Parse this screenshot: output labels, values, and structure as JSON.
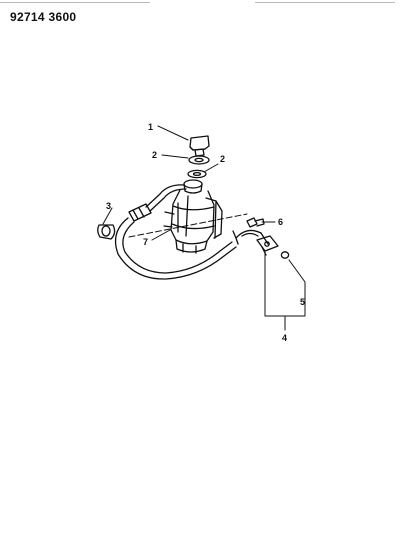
{
  "header": {
    "doc_id": "92714 3600"
  },
  "callouts": [
    {
      "id": "c1",
      "label": "1"
    },
    {
      "id": "c2a",
      "label": "2"
    },
    {
      "id": "c2b",
      "label": "2"
    },
    {
      "id": "c3",
      "label": "3"
    },
    {
      "id": "c4",
      "label": "4"
    },
    {
      "id": "c5",
      "label": "5"
    },
    {
      "id": "c6",
      "label": "6"
    },
    {
      "id": "c7",
      "label": "7"
    }
  ]
}
